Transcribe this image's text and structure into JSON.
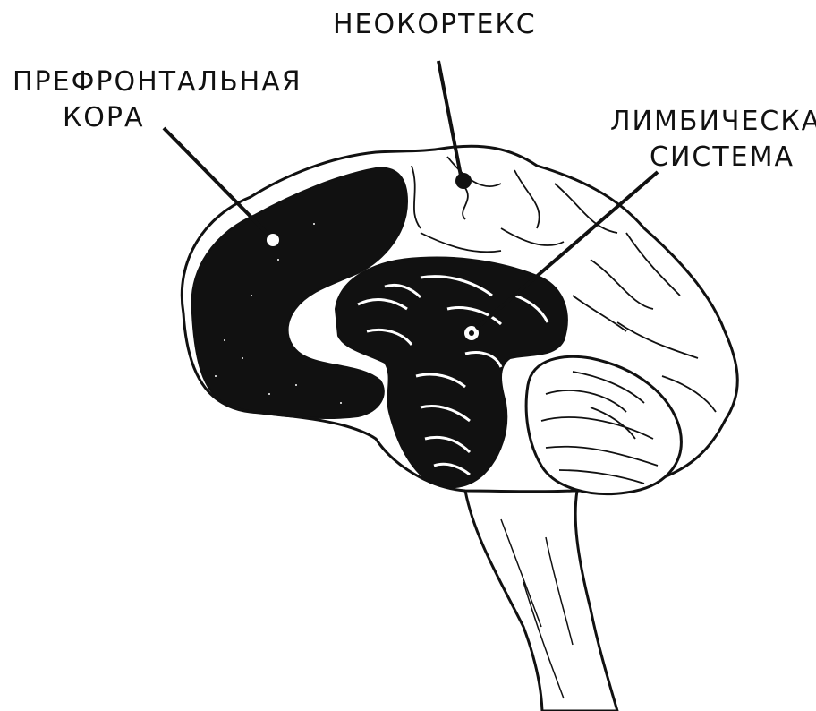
{
  "labels": {
    "neocortex": "НЕОКОРТЕКС",
    "prefrontal": [
      "ПРЕФРОНТАЛЬНАЯ",
      "КОРА"
    ],
    "limbic": [
      "ЛИМБИЧЕСКАЯ",
      "СИСТЕМА"
    ]
  },
  "colors": {
    "ink": "#111111",
    "background": "#ffffff"
  }
}
